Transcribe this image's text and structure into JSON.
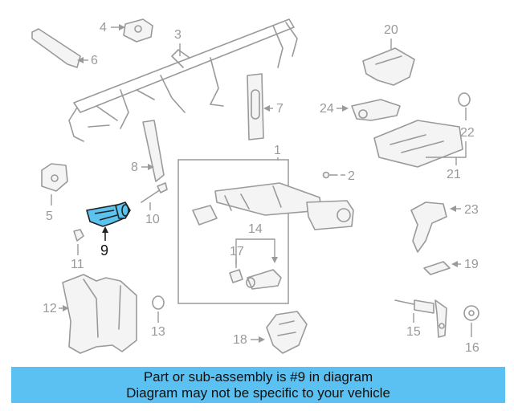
{
  "diagram": {
    "highlight_color": "#5cc2ee",
    "selected_part": "9",
    "callouts": {
      "c1": "1",
      "c2": "2",
      "c3": "3",
      "c4": "4",
      "c5": "5",
      "c6": "6",
      "c7": "7",
      "c8": "8",
      "c9": "9",
      "c10": "10",
      "c11": "11",
      "c12": "12",
      "c13": "13",
      "c14": "14",
      "c15": "15",
      "c16": "16",
      "c17": "17",
      "c18": "18",
      "c19": "19",
      "c20": "20",
      "c21": "21",
      "c22": "22",
      "c23": "23",
      "c24": "24"
    }
  },
  "banner": {
    "line1": "Part or sub-assembly is #9 in diagram",
    "line2": "Diagram may not be specific to your vehicle",
    "background": "#5bc0f2"
  }
}
